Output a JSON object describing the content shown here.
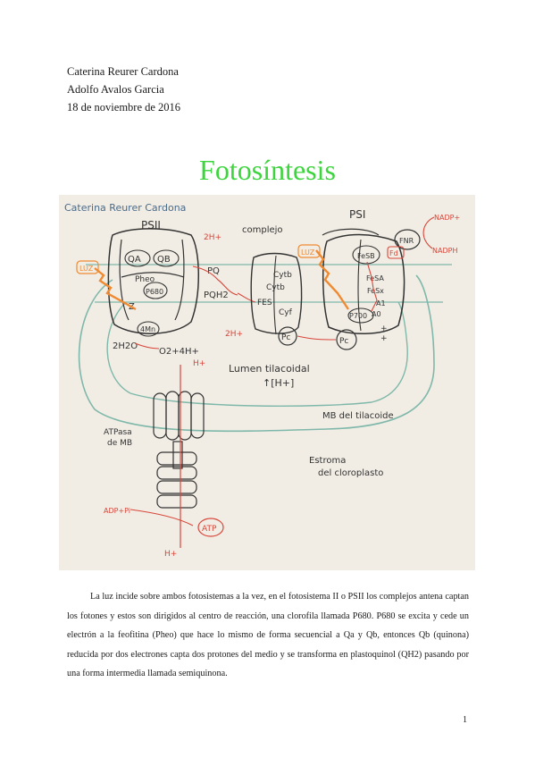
{
  "header": {
    "author_1": "Caterina Reurer Cardona",
    "author_2": "Adolfo Avalos Garcia",
    "date": "18 de noviembre de 2016"
  },
  "title": "Fotosíntesis",
  "figure": {
    "labels": {
      "author": "Caterina Reurer Cardona",
      "psii": "PSII",
      "psi": "PSI",
      "complejo": "complejo",
      "qa": "QA",
      "qb": "QB",
      "pheo": "Pheo",
      "p680": "P680",
      "z": "Z",
      "mn": "4Mn",
      "h2o": "2H2O",
      "o2": "O2+4H+",
      "pq": "PQ",
      "pqh2": "PQH2",
      "h_top": "2H+",
      "h_bottom": "2H+",
      "cytb_1": "Cytb",
      "cytb_2": "Cytb",
      "fes": "FES",
      "cytf": "Cyf",
      "pc_1": "Pc",
      "pc_2": "Pc",
      "luz_left": "LUZ",
      "luz_right": "LUZ",
      "fesb": "FeSB",
      "fesa": "FeSA",
      "fesx": "FeSx",
      "a1": "A1",
      "a0": "A0",
      "p700": "P700",
      "fnr": "FNR",
      "fd": "Fd",
      "nadp": "NADP+",
      "nadph": "NADPH",
      "lumen": "Lumen tilacoidal",
      "h_lumen": "↑[H+]",
      "h_plus_top": "H+",
      "mb_tilacoide": "MB del tilacoide",
      "atpasa_1": "ATPasa",
      "atpasa_2": "de MB",
      "estroma_1": "Estroma",
      "estroma_2": "del cloroplasto",
      "adp": "ADP+Pi",
      "atp": "ATP",
      "h_plus_bottom": "H+"
    }
  },
  "paragraph": "La luz incide sobre ambos fotosistemas a la vez, en el fotosistema II o PSII los complejos antena captan los fotones y estos son dirigidos al centro de reacción, una clorofila llamada P680. P680 se excita y cede un electrón a la feofitina (Pheo) que hace lo mismo de forma secuencial a Qa y Qb, entonces Qb (quinona) reducida por dos electrones capta dos protones del medio y se transforma en plastoquinol (QH2) pasando por una forma intermedia llamada semiquinona.",
  "page_number": "1",
  "colors": {
    "title": "#3ed43e",
    "paper": "#f1ede4",
    "ink_blue": "#4a6a8a",
    "ink_black": "#333333",
    "ink_red": "#d8463a",
    "ink_orange": "#f08a32",
    "ink_teal": "#7fb8aa"
  }
}
